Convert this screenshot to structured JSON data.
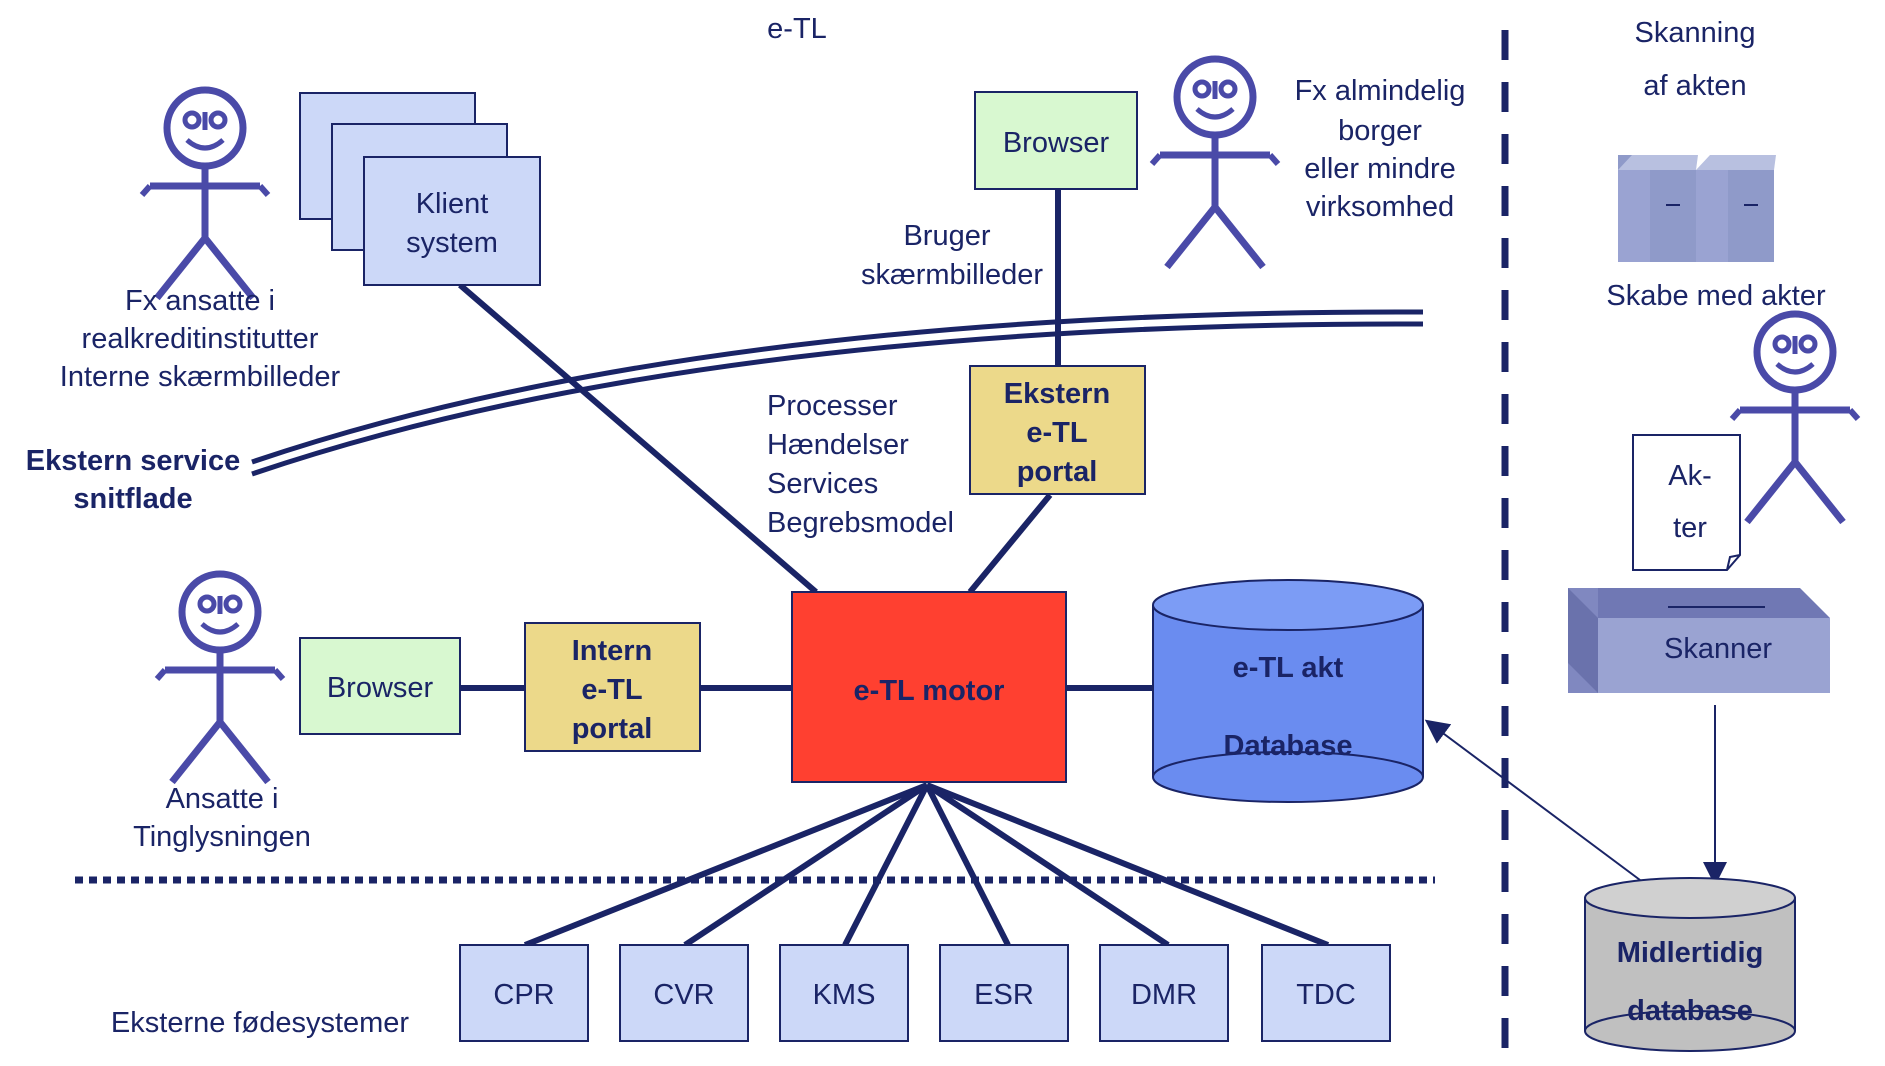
{
  "title_etl": "e-TL",
  "title_scanning": [
    "Skanning",
    "af akten"
  ],
  "client_system": [
    "Klient",
    "system"
  ],
  "actor_left_label": [
    "Fx ansatte i",
    "realkreditinstitutter",
    "Interne skærmbilleder"
  ],
  "browser_top": "Browser",
  "actor_citizen_label": [
    "Fx almindelig",
    "borger",
    "eller mindre",
    "virksomhed"
  ],
  "user_screens": [
    "Bruger",
    "skærmbilleder"
  ],
  "external_service": [
    "Ekstern service",
    "snitflade"
  ],
  "process_list": [
    "Processer",
    "Hændelser",
    "Services",
    "Begrebsmodel"
  ],
  "external_portal": [
    "Ekstern",
    "e-TL",
    "portal"
  ],
  "browser_internal": "Browser",
  "internal_portal": [
    "Intern",
    "e-TL",
    "portal"
  ],
  "motor": "e-TL motor",
  "akt_db": [
    "e-TL akt",
    "Database"
  ],
  "actor_internal_label": [
    "Ansatte i",
    "Tinglysningen"
  ],
  "feeders": [
    "CPR",
    "CVR",
    "KMS",
    "ESR",
    "DMR",
    "TDC"
  ],
  "feeders_label": "Eksterne fødesystemer",
  "cabinets_label": "Skabe med akter",
  "document_text": [
    "Ak-",
    "ter"
  ],
  "scanner": "Skanner",
  "temp_db": [
    "Midlertidig",
    "database"
  ],
  "colors": {
    "navy": "#1a2466",
    "box_blue": "#ccd8f8",
    "box_green": "#d8f8d0",
    "box_yellow": "#ecd98a",
    "motor_red": "#ff4030",
    "db_blue": "#6a8cf0",
    "db_gray": "#c0c0c0"
  }
}
